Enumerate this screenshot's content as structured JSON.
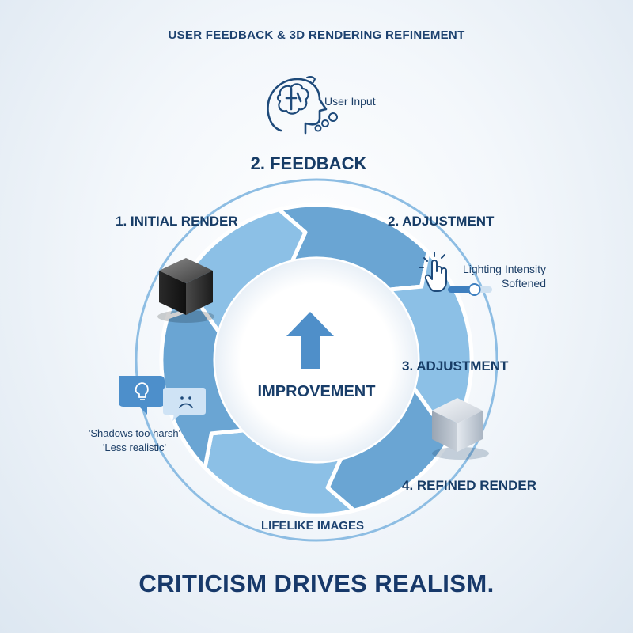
{
  "title": "USER FEEDBACK & 3D RENDERING REFINEMENT",
  "user_input_label": "User Input",
  "stages": {
    "feedback": "2. FEEDBACK",
    "initial_render": "1. INITIAL RENDER",
    "adjustment_2": "2. ADJUSTMENT",
    "adjustment_3": "3. ADJUSTMENT",
    "refined_render": "4. REFINED RENDER",
    "lifelike": "LIFELIKE IMAGES"
  },
  "slider": {
    "label_line1": "Lighting Intensity",
    "label_line2": "Softened",
    "level": 0.6
  },
  "feedback_quotes": [
    "'Shadows too harsh'",
    "'Less realistic'"
  ],
  "center_label": "IMPROVEMENT",
  "tagline": "CRITICISM DRIVES REALISM.",
  "colors": {
    "ring": "#6aa5d3",
    "ring_light": "#8cc0e6",
    "text": "#173c66",
    "accent": "#4a8cc7"
  },
  "icons": [
    "brain-head-icon",
    "hand-pointer-icon",
    "lightbulb-bubble-icon",
    "sad-face-bubble-icon",
    "up-arrow-icon",
    "cube-icon"
  ]
}
